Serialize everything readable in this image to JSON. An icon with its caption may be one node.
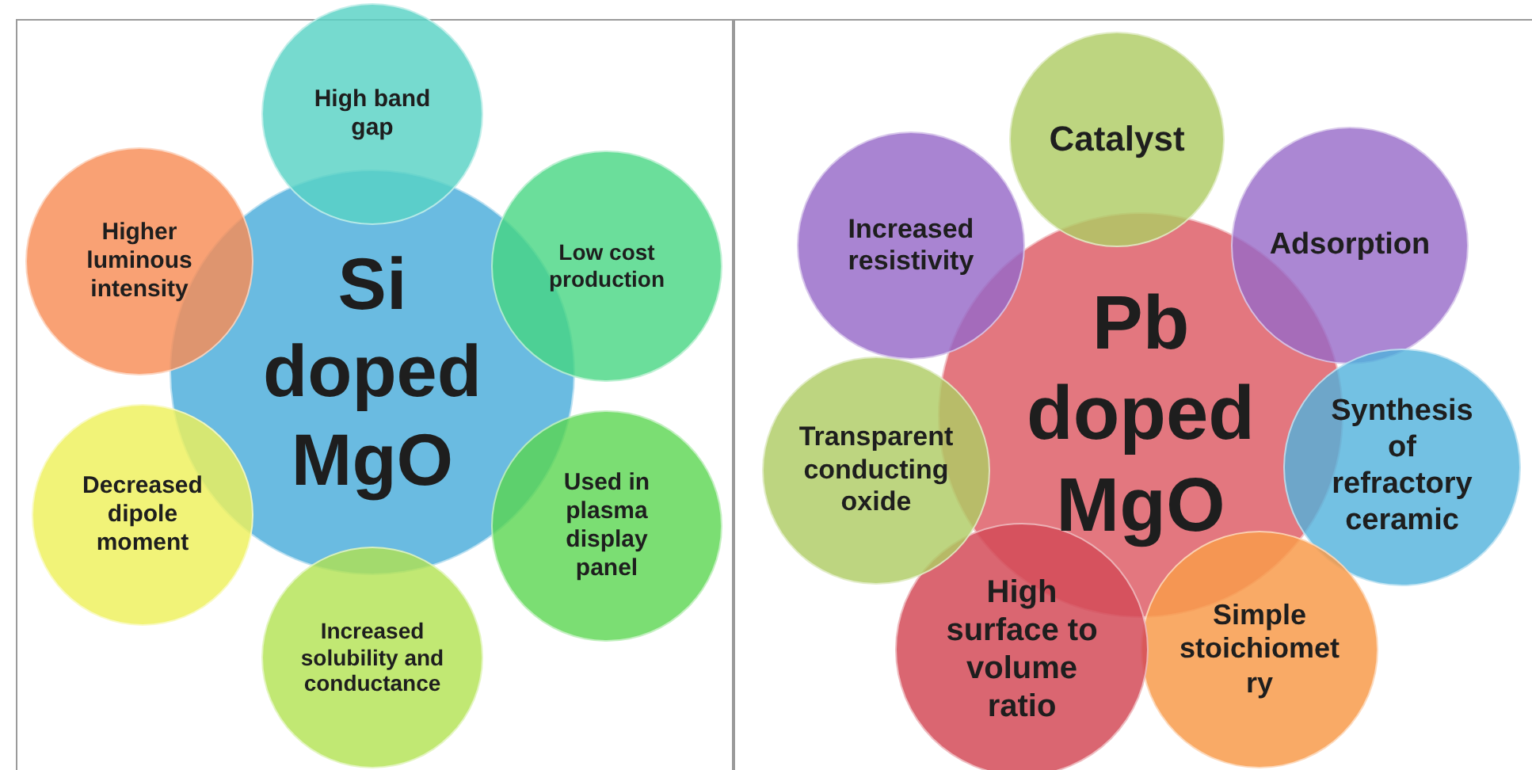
{
  "diagram": {
    "nodes": [
      {
        "text": [
          "Si doped MgO"
        ]
      },
      {
        "text": [
          "High band gap"
        ]
      },
      {
        "text": [
          "Low cost production"
        ]
      },
      {
        "text": [
          "Used in plasma display panel"
        ]
      },
      {
        "text": [
          "Increased solubility and conductance"
        ]
      },
      {
        "text": [
          "Decreased dipole moment"
        ]
      },
      {
        "text": [
          "Higher luminous intensity"
        ]
      },
      {
        "text": [
          "Pb doped MgO"
        ]
      },
      {
        "text": [
          "Catalyst"
        ]
      },
      {
        "text": [
          "Adsorption"
        ]
      },
      {
        "text": [
          "Synthesis of refractory ceramic"
        ]
      },
      {
        "text": [
          "Simple stoichiomet ry"
        ]
      },
      {
        "text": [
          "High surface to volume ratio"
        ]
      },
      {
        "text": [
          "Transparent conducting oxide"
        ]
      },
      {
        "text": [
          "Increased resistivity"
        ]
      }
    ]
  }
}
